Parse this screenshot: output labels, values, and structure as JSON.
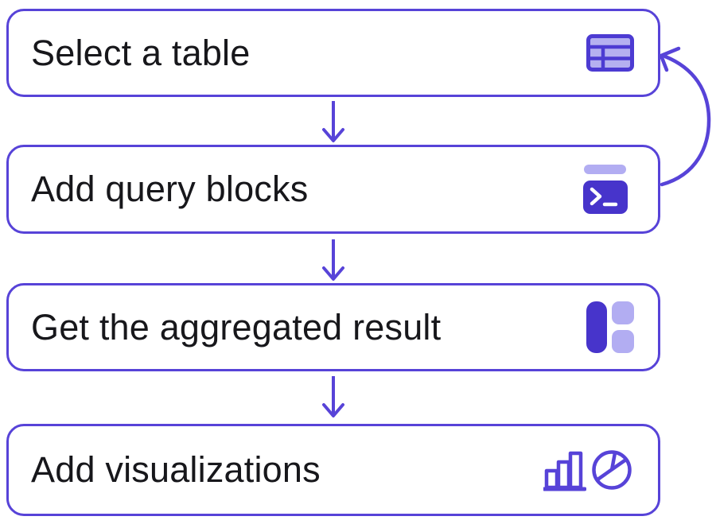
{
  "diagram": {
    "steps": [
      {
        "label": "Select a table",
        "icon": "table-icon"
      },
      {
        "label": "Add query blocks",
        "icon": "terminal-icon"
      },
      {
        "label": "Get the aggregated result",
        "icon": "layout-blocks-icon"
      },
      {
        "label": "Add visualizations",
        "icon": "bar-chart-and-pie-chart-icons"
      }
    ],
    "flow": {
      "down_arrow_count": 3,
      "loop_arrow": "Add query blocks -> Select a table"
    },
    "colors": {
      "accent": "#5743d8",
      "icon_solid": "#4734cb",
      "icon_light": "#b2adf2",
      "icon_table_fill": "#b5b0f0",
      "text": "#17171b",
      "background": "#ffffff"
    }
  }
}
